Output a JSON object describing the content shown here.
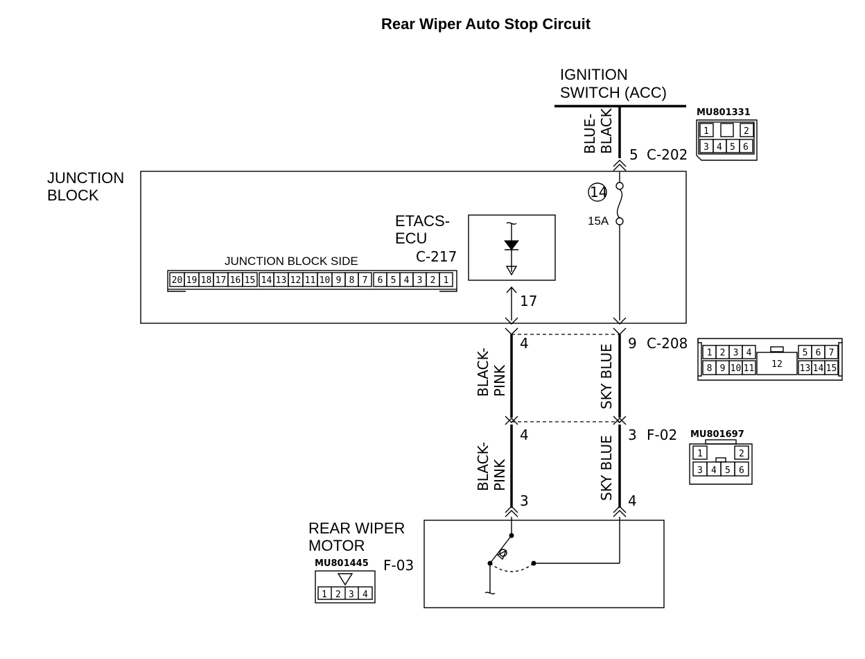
{
  "title": "Rear Wiper Auto Stop Circuit",
  "ignition_switch": {
    "line1": "IGNITION",
    "line2": "SWITCH (ACC)"
  },
  "junction_block": {
    "line1": "JUNCTION",
    "line2": "BLOCK",
    "side_label": "JUNCTION BLOCK SIDE",
    "pins": [
      "20",
      "19",
      "18",
      "17",
      "16",
      "15",
      "14",
      "13",
      "12",
      "11",
      "10",
      "9",
      "8",
      "7",
      "6",
      "5",
      "4",
      "3",
      "2",
      "1"
    ]
  },
  "etacs": {
    "line1": "ETACS-",
    "line2": "ECU",
    "connector": "C-217",
    "pin": "17"
  },
  "fuse": {
    "number": "14",
    "rating": "15A"
  },
  "rear_wiper_motor": {
    "line1": "REAR WIPER",
    "line2": "MOTOR",
    "connector": "F-03",
    "part_no": "MU801445",
    "pins": [
      "1",
      "2",
      "3",
      "4"
    ]
  },
  "wires": {
    "blue_black": {
      "line1": "BLUE-",
      "line2": "BLACK"
    },
    "black_pink_upper": {
      "line1": "BLACK-",
      "line2": "PINK"
    },
    "black_pink_lower": {
      "line1": "BLACK-",
      "line2": "PINK"
    },
    "sky_blue_upper": "SKY BLUE",
    "sky_blue_lower": "SKY BLUE"
  },
  "pins": {
    "c202": "5",
    "c208_left": "4",
    "c208_right": "9",
    "f02_left": "4",
    "f02_right": "3",
    "motor_left": "3",
    "motor_right": "4"
  },
  "connectors": {
    "c202": "C-202",
    "c208": "C-208",
    "f02": "F-02"
  },
  "connector_c202": {
    "part_no": "MU801331",
    "top": [
      "1",
      "",
      "2"
    ],
    "bottom": [
      "3",
      "4",
      "5",
      "6"
    ]
  },
  "connector_c208": {
    "top_left": [
      "1",
      "2",
      "3",
      "4"
    ],
    "bottom_left": [
      "8",
      "9",
      "10",
      "11"
    ],
    "center": "12",
    "top_right": [
      "5",
      "6",
      "7"
    ],
    "bottom_right": [
      "13",
      "14",
      "15"
    ]
  },
  "connector_f02": {
    "part_no": "MU801697",
    "top": [
      "1",
      "2"
    ],
    "bottom": [
      "3",
      "4",
      "5",
      "6"
    ]
  }
}
